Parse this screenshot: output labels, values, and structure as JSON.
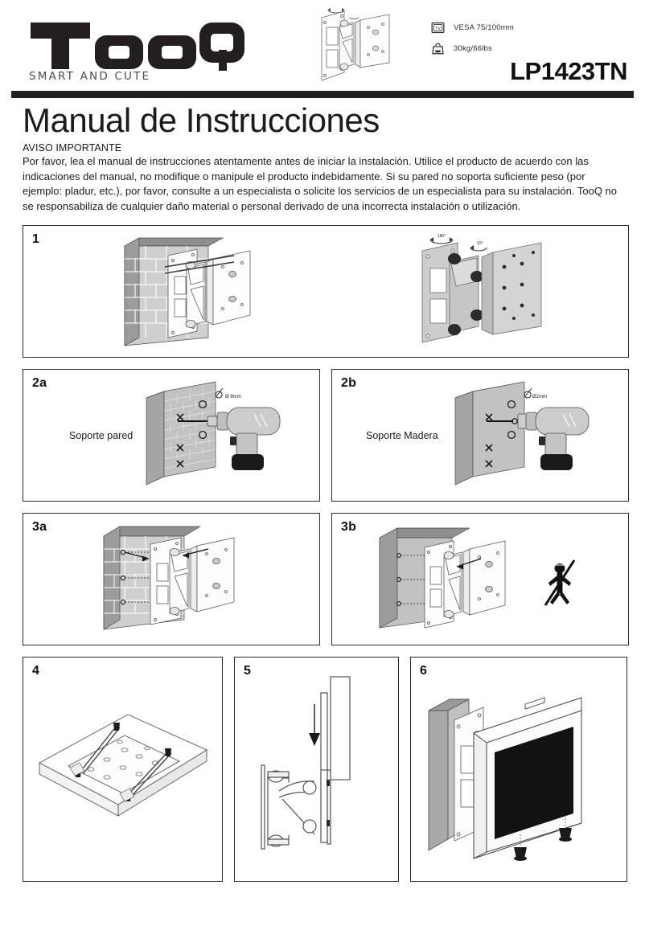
{
  "header": {
    "brand_word": "TooQ",
    "brand_tagline": "SMART AND CUTE",
    "model": "LP1423TN",
    "product_icon": "tv-wall-mount-bracket-icon",
    "specs": [
      {
        "icon": "tv-icon",
        "text": "VESA 75/100mm"
      },
      {
        "icon": "weight-icon",
        "text": "30kg/66lbs"
      }
    ]
  },
  "title": "Manual de Instrucciones",
  "notice": {
    "heading": "AVISO IMPORTANTE",
    "body": "Por favor, lea el manual de instrucciones atentamente antes de iniciar la instalación. Utilice el producto de acuerdo con las indicaciones del manual, no modifique o manipule el producto indebidamente. Si su pared no soporta suficiente peso (por ejemplo: pladur, etc.), por favor, consulte a un especialista o solicite los servicios de un especialista para su instalación. TooQ no se responsabiliza de cualquier daño material o personal derivado de una  incorrecta instalación o utilización."
  },
  "steps": [
    {
      "number": "1",
      "caption": "",
      "illustrations": [
        "brick-wall-bracket-assembly-diagram",
        "articulating-mount-rotation-diagram"
      ],
      "angle_labels": [
        "180°",
        "15°"
      ]
    },
    {
      "number": "2a",
      "caption": "Soporte pared",
      "illustrations": [
        "brick-wall-drilling-diagram"
      ],
      "dimension_label": "Ø 8mm"
    },
    {
      "number": "2b",
      "caption": "Soporte Madera",
      "illustrations": [
        "wood-wall-drilling-diagram"
      ],
      "dimension_label": "Ø2mm"
    },
    {
      "number": "3a",
      "caption": "",
      "illustrations": [
        "brick-wall-screw-install-diagram"
      ]
    },
    {
      "number": "3b",
      "caption": "",
      "illustrations": [
        "wood-wall-screw-install-diagram",
        "no-wall-plug-prohibited-icon"
      ]
    },
    {
      "number": "4",
      "caption": "",
      "illustrations": [
        "vesa-plate-on-tv-back-diagram"
      ]
    },
    {
      "number": "5",
      "caption": "",
      "illustrations": [
        "tv-hang-on-bracket-side-view-diagram"
      ]
    },
    {
      "number": "6",
      "caption": "",
      "illustrations": [
        "tv-mounted-security-screws-diagram"
      ]
    }
  ],
  "colors": {
    "ink": "#1b1b1b",
    "rule": "#231f20",
    "brand_gray": "#4c4c50",
    "wall_fill": "#b9b9b9",
    "metal_fill": "#d8d8d8",
    "screen_fill": "#111111"
  }
}
